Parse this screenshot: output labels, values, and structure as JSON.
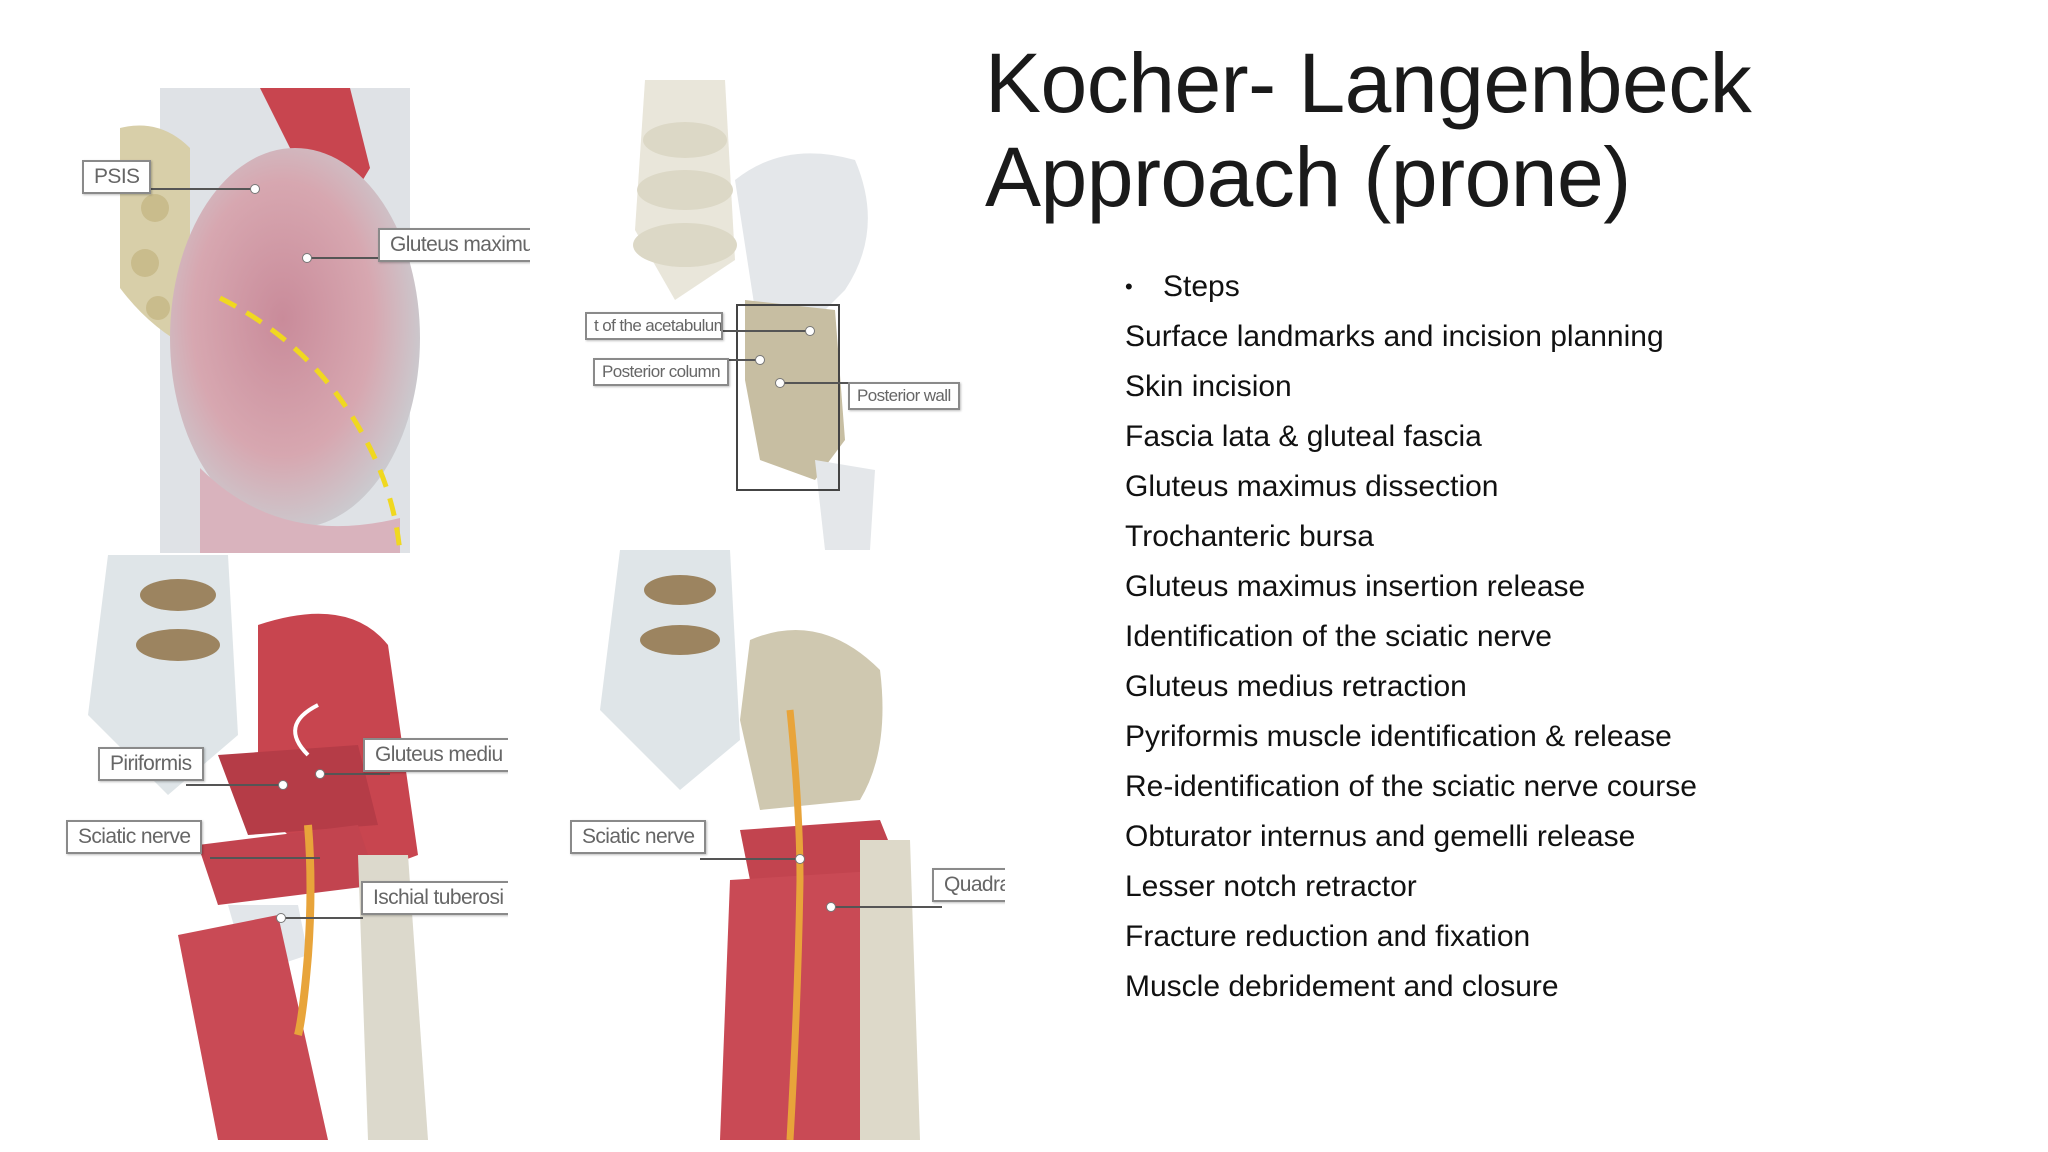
{
  "slide": {
    "title_line1": "Kocher- Langenbeck",
    "title_line2": "Approach (prone)",
    "bullet_heading": "Steps",
    "steps": [
      "Surface landmarks and incision planning",
      "Skin incision",
      "Fascia lata & gluteal fascia",
      "Gluteus maximus dissection",
      "Trochanteric bursa",
      "Gluteus maximus insertion release",
      "Identification of the sciatic nerve",
      "Gluteus medius retraction",
      "Pyriformis muscle identification & release",
      "Re-identification of the sciatic nerve course",
      "Obturator internus and gemelli release",
      "Lesser notch retractor",
      "Fracture reduction and fixation",
      "Muscle debridement and closure"
    ]
  },
  "figures": {
    "top_left": {
      "labels": [
        "PSIS",
        "Gluteus maximu"
      ]
    },
    "top_right": {
      "labels": [
        "t of the acetabulum",
        "Posterior column",
        "Posterior wall"
      ]
    },
    "bottom_left": {
      "labels": [
        "Piriformis",
        "Gluteus mediu",
        "Sciatic nerve",
        "Ischial tuberosi"
      ]
    },
    "bottom_right": {
      "labels": [
        "Sciatic nerve",
        "Quadra"
      ]
    }
  },
  "colors": {
    "muscle": "#c94a55",
    "bone": "#e6e3d4",
    "nerve": "#e8a43a",
    "incision": "#f0d820",
    "text": "#111111"
  }
}
